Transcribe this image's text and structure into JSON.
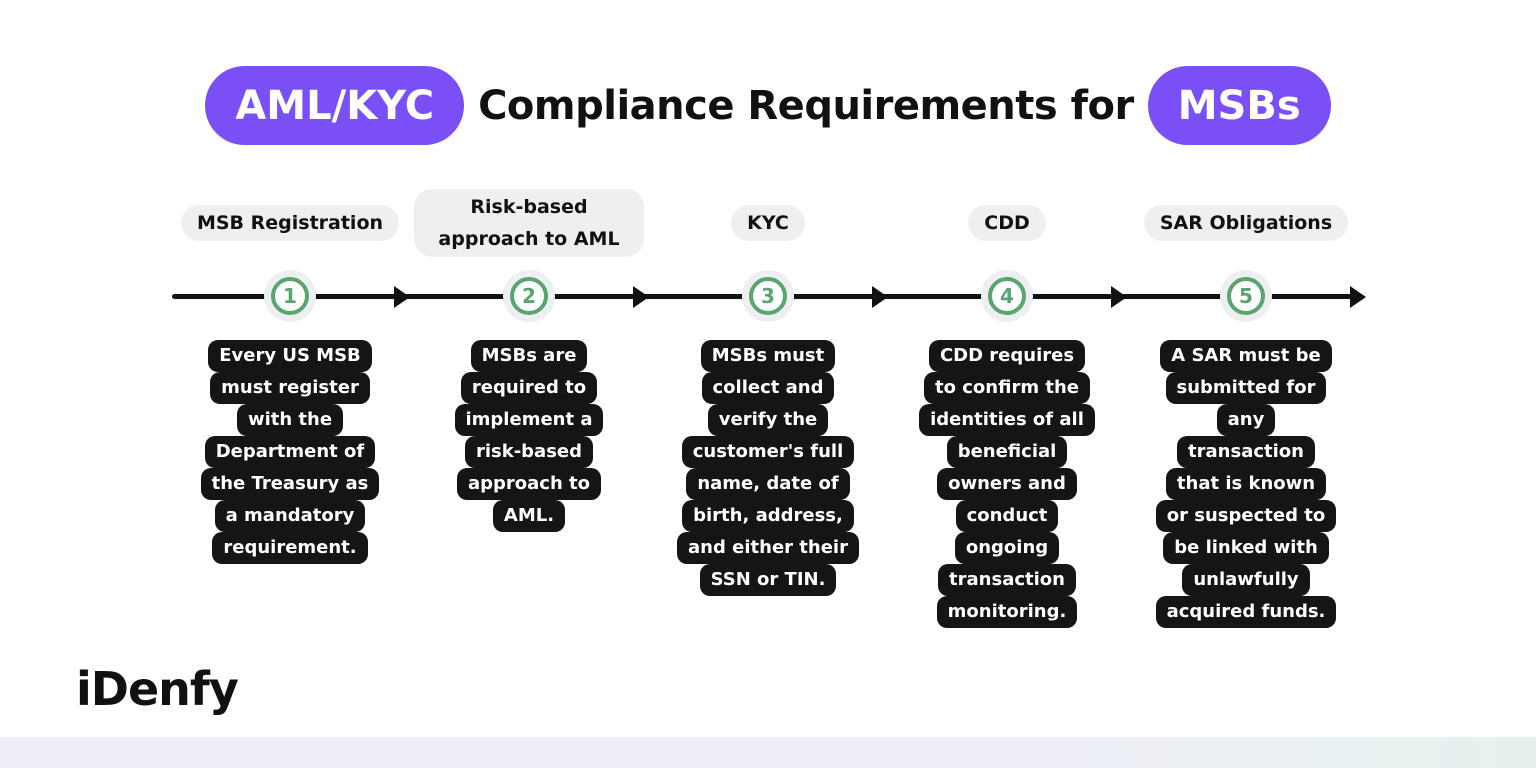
{
  "title": {
    "pill_left": "AML/KYC",
    "middle": "Compliance Requirements for",
    "pill_right": "MSBs"
  },
  "steps": [
    {
      "number": "1",
      "label": "MSB Registration",
      "lines": [
        "Every US MSB",
        "must register",
        "with the",
        "Department of",
        "the Treasury as",
        "a mandatory",
        "requirement."
      ]
    },
    {
      "number": "2",
      "label": "Risk-based approach to AML",
      "lines": [
        "MSBs are",
        "required to",
        "implement a",
        "risk-based",
        "approach to",
        "AML."
      ]
    },
    {
      "number": "3",
      "label": "KYC",
      "lines": [
        "MSBs must",
        "collect and",
        "verify the",
        "customer's full",
        "name, date of",
        "birth, address,",
        "and either their",
        "SSN or TIN."
      ]
    },
    {
      "number": "4",
      "label": "CDD",
      "lines": [
        "CDD requires",
        "to confirm the",
        "identities of all",
        "beneficial",
        "owners and",
        "conduct",
        "ongoing",
        "transaction",
        "monitoring."
      ]
    },
    {
      "number": "5",
      "label": "SAR Obligations",
      "lines": [
        "A SAR must be",
        "submitted for",
        "any",
        "transaction",
        "that is known",
        "or suspected to",
        "be linked with",
        "unlawfully",
        "acquired funds."
      ]
    }
  ],
  "logo": "iDenfy",
  "colors": {
    "accent": "#7a4ff6",
    "step_green": "#58a572",
    "box": "#151515",
    "label_bg": "#eef0ef"
  }
}
